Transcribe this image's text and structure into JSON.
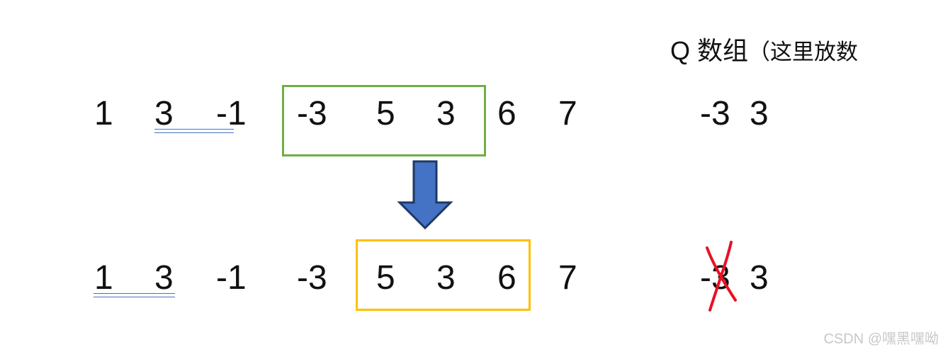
{
  "queue_title": {
    "main": "Q 数组",
    "paren": "（这里放数"
  },
  "row_before": {
    "values": [
      "1",
      "3",
      "-1",
      "-3",
      "5",
      "3",
      "6",
      "7"
    ]
  },
  "row_after": {
    "values": [
      "1",
      "3",
      "-1",
      "-3",
      "5",
      "3",
      "6",
      "7"
    ]
  },
  "queue_before": [
    "-3",
    "3"
  ],
  "queue_after": [
    "-3",
    "3"
  ],
  "colors": {
    "window_before_border": "#70AD47",
    "window_after_border": "#FFC000",
    "arrow_fill": "#4472C4",
    "arrow_stroke": "#1F3864",
    "cross_mark": "#E81123",
    "underline": "#4472C4"
  },
  "icons": {
    "transition_arrow": "down-arrow-icon",
    "removed_mark": "cross-out-icon"
  },
  "watermark": "CSDN @嘿黑嘿呦"
}
